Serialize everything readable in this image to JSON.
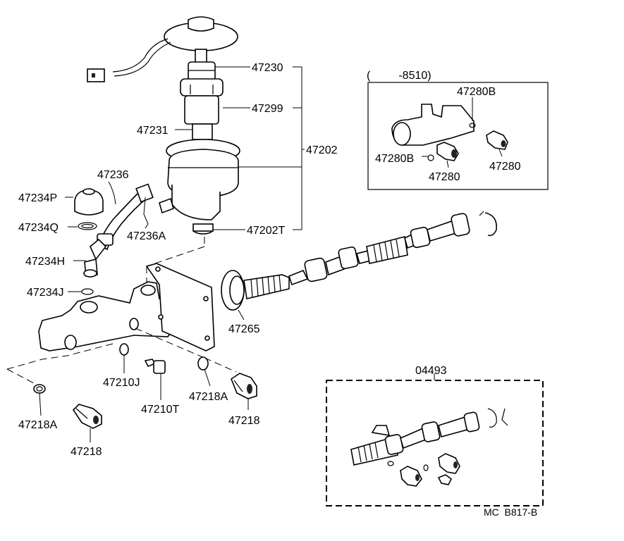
{
  "labels": {
    "p47230": "47230",
    "p47299": "47299",
    "p47231": "47231",
    "p47202": "47202",
    "p47236": "47236",
    "p47234P": "47234P",
    "p47234Q": "47234Q",
    "p47236A": "47236A",
    "p47202T": "47202T",
    "p47234H": "47234H",
    "p47234J": "47234J",
    "p47265": "47265",
    "p47210J": "47210J",
    "p47210T": "47210T",
    "p47218A_right": "47218A",
    "p47218_right": "47218",
    "p47218A_left": "47218A",
    "p47218_left": "47218",
    "inset_range": "(         -8510)",
    "p47280B_top": "47280B",
    "p47280B_left": "47280B",
    "p47280_mid": "47280",
    "p47280_right": "47280",
    "kit": "04493",
    "diagram_code": "MC  B817-B"
  }
}
